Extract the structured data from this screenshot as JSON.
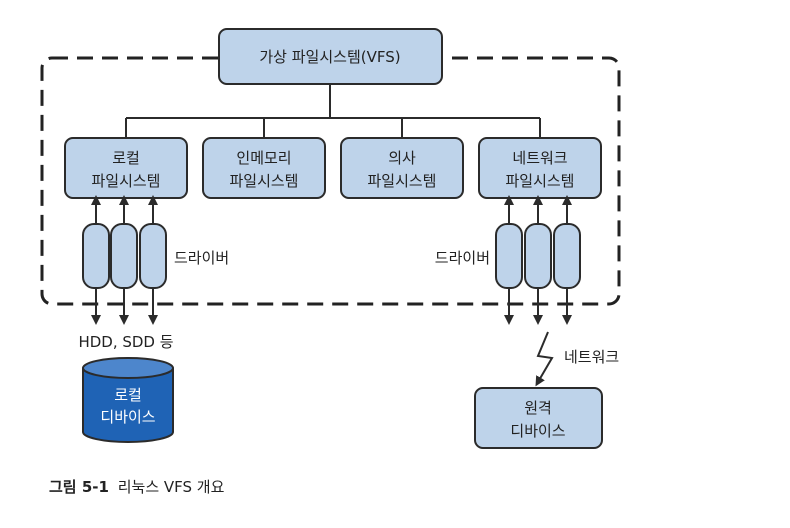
{
  "vfs": "가상 파일시스템(VFS)",
  "fs": [
    {
      "line1": "로컬",
      "line2": "파일시스템"
    },
    {
      "line1": "인메모리",
      "line2": "파일시스템"
    },
    {
      "line1": "의사",
      "line2": "파일시스템"
    },
    {
      "line1": "네트워크",
      "line2": "파일시스템"
    }
  ],
  "driver_left": "드라이버",
  "driver_right": "드라이버",
  "storage_label": "HDD, SDD 등",
  "local_device": {
    "line1": "로컬",
    "line2": "디바이스"
  },
  "network_label": "네트워크",
  "remote_device": {
    "line1": "원격",
    "line2": "디바이스"
  },
  "caption": {
    "number": "그림 5-1",
    "text": "리눅스 VFS 개요"
  },
  "colors": {
    "box_fill": "#bed3ea",
    "disk_fill": "#1f63b5",
    "stroke": "#2b2b2b"
  }
}
